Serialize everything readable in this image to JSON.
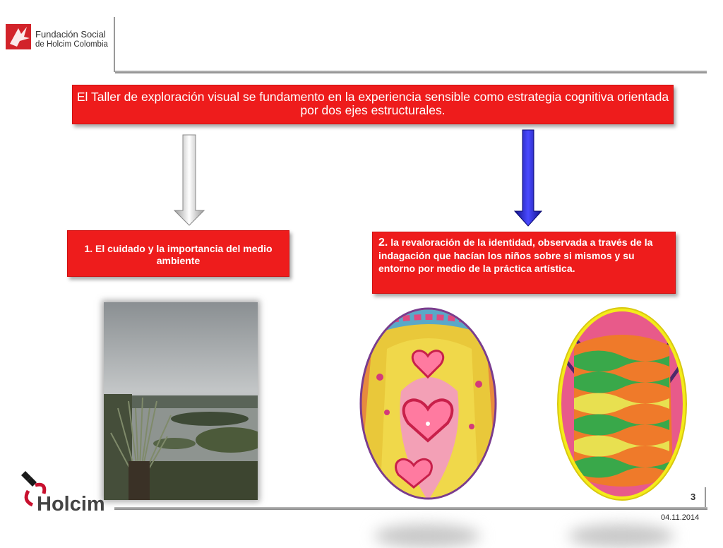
{
  "header": {
    "org_line1": "Fundación Social",
    "org_line2": "de Holcim Colombia"
  },
  "main": {
    "statement": "El Taller de exploración visual se fundamento  en la experiencia sensible como estrategia cognitiva  orientada por dos ejes estructurales.",
    "axis1": {
      "text": "1. El  cuidado y la importancia  del medio ambiente"
    },
    "axis2": {
      "number": "2.",
      "text": " la revaloración de  la identidad, observada a través de la indagación que hacían los niños sobre si mismos y su entorno por medio de la práctica artística."
    }
  },
  "footer": {
    "brand": "Holcim",
    "page_number": "3",
    "date": "04.11.2014"
  },
  "colors": {
    "box_red": "#ee1c1c",
    "arrow_blue": "#1a1ad0",
    "brand_red": "#c8102e"
  }
}
